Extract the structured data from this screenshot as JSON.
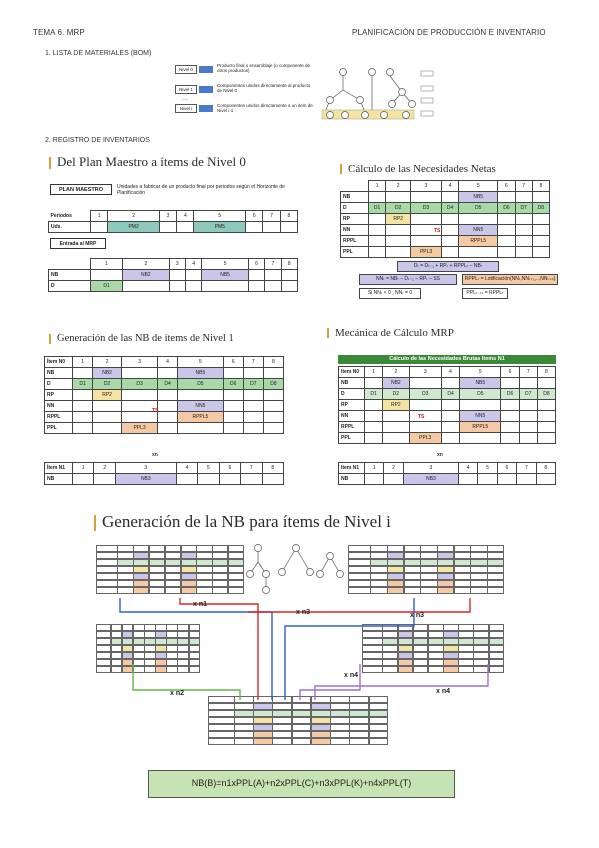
{
  "header": {
    "left": "TEMA 6. MRP",
    "right": "PLANIFICACIÓN DE PRODUCCIÓN E INVENTARIO"
  },
  "section1": {
    "title": "1.     LISTA DE MATERIALES (BOM)"
  },
  "bom_levels": [
    {
      "level": "Nivel 0",
      "text": "Producto final o ensamblaje (o componente de otros productos)"
    },
    {
      "level": "Nivel 1",
      "text": "Componentes unidos directamente al producto de Nivel 0"
    },
    {
      "level": "...",
      "text": ""
    },
    {
      "level": "Nivel i",
      "text": "Componentes unidos directamente a un item de Nivel i-1"
    }
  ],
  "section2": {
    "title": "2.     REGISTRO DE INVENTARIOS"
  },
  "slide1": {
    "title": "Del Plan Maestro a ítems de Nivel 0",
    "pms_label": "PLAN MAESTRO",
    "pms_desc": "Unidades a fabricar de un producto final por periodos según el Horizonte de Planificación",
    "periods_label": "Periodos",
    "periods": [
      "1",
      "2",
      "3",
      "4",
      "5",
      "6",
      "7",
      "8"
    ],
    "uds_label": "Uds.",
    "pm2": "PM2",
    "pm5": "PM5",
    "entrada": "Entrada al MRP",
    "nb_label": "NB",
    "d_label": "D",
    "d1": "D1",
    "nb2": "NB2",
    "nb5": "NB5"
  },
  "slide2": {
    "title": "Cálculo de las Necesidades Netas",
    "periods": [
      "1",
      "2",
      "3",
      "4",
      "5",
      "6",
      "7",
      "8"
    ],
    "rows": [
      "NB",
      "D",
      "RP",
      "NN",
      "RPPL",
      "PPL"
    ],
    "nb5": "NB5",
    "d": [
      "D1",
      "D2",
      "D3",
      "D4",
      "D5",
      "D6",
      "D7",
      "D8"
    ],
    "rp2": "RP2",
    "nn5": "NN5",
    "rppl5": "RPPL5",
    "ppl3": "PPL3",
    "ts": "TS",
    "formulas": [
      "Dₜ = Dₜ₋₁ + RPₜ + RPPLₜ – NBₜ",
      "NNₜ = NBₜ – Dₜ₋₁ – RPₜ – SS",
      "RPPLₜ = Lotificación(NNₜ,NNₜ₊₁,..,NNₜ₊ₙ)",
      "Si NNₜ < 0 ; NNₜ = 0",
      "PPLₜ₋ₜₛ = RPPLₜ"
    ]
  },
  "slide3": {
    "title": "Generación de las NB de ítems de Nivel 1",
    "item_n0": "Ítem N0",
    "item_n1": "Ítem N1",
    "periods": [
      "1",
      "2",
      "3",
      "4",
      "5",
      "6",
      "7",
      "8"
    ],
    "rows": [
      "NB",
      "D",
      "RP",
      "NN",
      "RPPL",
      "PPL"
    ],
    "d": [
      "D1",
      "D2",
      "D3",
      "D4",
      "D5",
      "D6",
      "D7",
      "D8"
    ],
    "nb2": "NB2",
    "nb5": "NB5",
    "rp2": "RP2",
    "nn5": "NN5",
    "rppl5": "RPPL5",
    "ppl3": "PPL3",
    "ts": "TS",
    "xn": "xn",
    "nb3": "NB3",
    "nb_label": "NB"
  },
  "slide4": {
    "title": "Mecánica de Cálculo MRP",
    "table_title": "Cálculo de las Necesidades Brutas Items N1",
    "item_n0": "Item N0",
    "item_n1": "Item N1",
    "periods": [
      "1",
      "2",
      "3",
      "4",
      "5",
      "6",
      "7",
      "8"
    ],
    "rows": [
      "NB",
      "D",
      "RP",
      "NN",
      "RPPL",
      "PPL"
    ],
    "d": [
      "D1",
      "D2",
      "D3",
      "D4",
      "D5",
      "D6",
      "D7",
      "D8"
    ],
    "nb2": "NB2",
    "nb5": "NB5",
    "rp2": "RP2",
    "nn5": "NN5",
    "rppl5": "RPPL5",
    "ppl3": "PPL3",
    "ts": "TS",
    "xn": "xn",
    "nb3": "NB3",
    "nb_label": "NB"
  },
  "slide5": {
    "title": "Generación de la NB para ítems de Nivel i",
    "labels": [
      "x n1",
      "x n3",
      "x n3",
      "x n2",
      "x n4",
      "x n4"
    ],
    "formula": "NB(B)=n1xPPL(A)+n2xPPL(C)+n3xPPL(K)+n4xPPL(T)"
  },
  "colors": {
    "accent": "#d8a23a",
    "green": "#cfe8cf",
    "purple": "#c9c6ea",
    "orange": "#f5c9a3",
    "teal": "#8ec9bd",
    "formula_bg": "#c6e3b4",
    "blue_line": "#2f5fd0",
    "red_line": "#d02a2a",
    "green_line": "#62b84a",
    "violet_line": "#9b6fd6"
  }
}
